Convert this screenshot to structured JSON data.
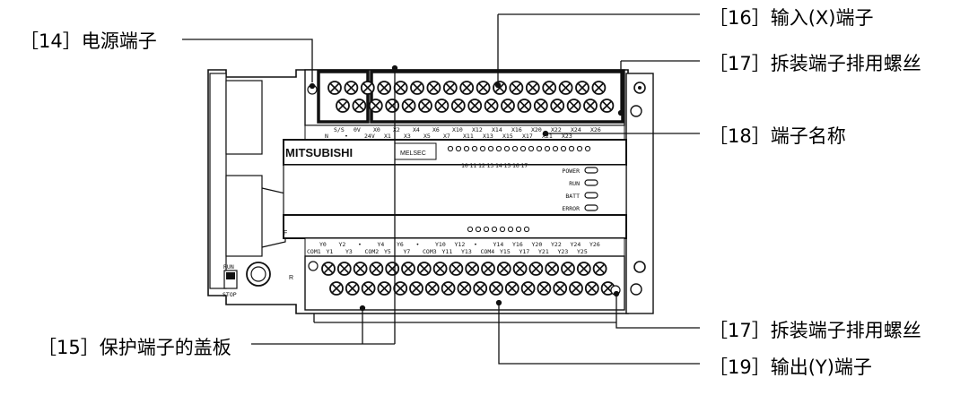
{
  "callouts": {
    "c14": "［14］电源端子",
    "c15": "［15］保护端子的盖板",
    "c16": "［16］输入(X)端子",
    "c17a": "［17］拆装端子排用螺丝",
    "c17b": "［17］拆装端子排用螺丝",
    "c18": "［18］端子名称",
    "c19": "［19］输出(Y)端子"
  },
  "device": {
    "brand_logo": "MITSUBISHI",
    "model": "MELSEC",
    "leds": [
      {
        "label": "POWER"
      },
      {
        "label": "RUN"
      },
      {
        "label": "BATT"
      },
      {
        "label": "ERROR"
      }
    ],
    "mode_switch": {
      "run": "RUN",
      "stop": "STOP"
    },
    "port_label": "R",
    "bottom_left_label": "F",
    "top_labels_row1": [
      "S/S",
      "0V",
      "X0",
      "X2",
      "X4",
      "X6",
      "X10",
      "X12",
      "X14",
      "X16",
      "X20",
      "X22",
      "X24",
      "X26"
    ],
    "top_labels_row2": [
      "N",
      "•",
      "24V",
      "X1",
      "X3",
      "X5",
      "X7",
      "X11",
      "X13",
      "X15",
      "X17",
      "X21",
      "X23"
    ],
    "bottom_labels_row1": [
      "Y0",
      "Y2",
      "•",
      "Y4",
      "Y6",
      "•",
      "Y10",
      "Y12",
      "•",
      "Y14",
      "Y16",
      "Y20",
      "Y22",
      "Y24",
      "Y26"
    ],
    "bottom_labels_row2": [
      "COM1",
      "Y1",
      "Y3",
      "COM2",
      "Y5",
      "Y7",
      "COM3",
      "Y11",
      "Y13",
      "COM4",
      "Y15",
      "Y17",
      "Y21",
      "Y23",
      "Y25"
    ],
    "input_indicator_numbers": [
      "10",
      "11",
      "12",
      "13",
      "14",
      "15",
      "16",
      "17"
    ]
  }
}
